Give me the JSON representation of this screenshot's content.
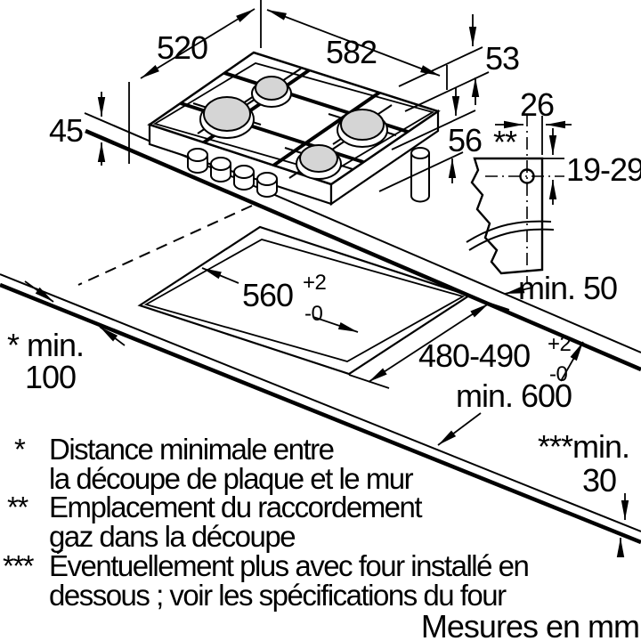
{
  "diagram": {
    "type": "hob-installation-drawing",
    "units_note": "Mesures en mm",
    "colors": {
      "line": "#000000",
      "burner_fill": "#d5d5d5",
      "background": "#ffffff"
    },
    "dims": {
      "hob_width": "520",
      "hob_depth": "582",
      "hob_rim_edge": "53",
      "hob_height": "45",
      "hob_lower_depth": "56",
      "gas_offset": "26",
      "gas_marker": "**",
      "gas_depth_range": "19-29",
      "min_rear": "min. 50",
      "min_side_label": "* min.",
      "min_side_value": "100",
      "worktop_depth": "min. 600",
      "min_bottom_label": "***min.",
      "min_bottom_value": "30",
      "cutout_width": "560",
      "cutout_depth": "480-490",
      "tol_plus": "+2",
      "tol_minus": "-0"
    },
    "footnotes": [
      {
        "marker": "*",
        "line1": "Distance minimale entre",
        "line2": "la découpe de plaque et le mur"
      },
      {
        "marker": "**",
        "line1": "Emplacement du raccordement",
        "line2": "gaz dans la découpe"
      },
      {
        "marker": "***",
        "line1": "Éventuellement plus avec four installé en",
        "line2": "dessous ; voir les spécifications du four"
      }
    ]
  }
}
